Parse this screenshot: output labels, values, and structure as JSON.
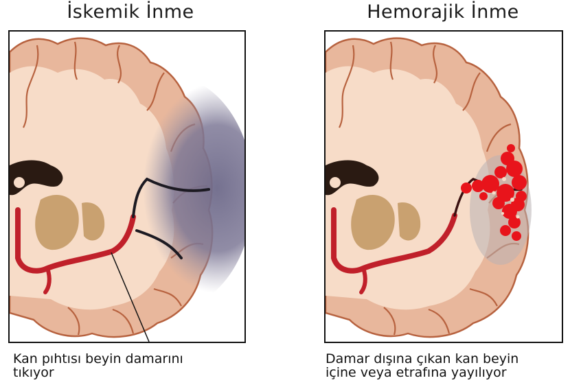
{
  "panels": {
    "left": {
      "title": "İskemik İnme",
      "caption_lines": [
        "Kan pıhtısı beyin damarını",
        "tıkıyor"
      ]
    },
    "right": {
      "title": "Hemorajik İnme",
      "caption_lines": [
        "Damar dışına çıkan kan beyin",
        "içine veya etrafına yayılıyor"
      ]
    }
  },
  "colors": {
    "brain_outer": "#e8b79c",
    "brain_inner": "#f7dcc8",
    "outline": "#b7623f",
    "artery": "#c0202a",
    "ischemic_zone": "#6e6a8a",
    "blood": "#e8141b",
    "ventricle": "#2a1a12",
    "basal_ganglia": "#c9a170"
  },
  "icons": {
    "left_illustration": "ischemic-brain-cross-section",
    "right_illustration": "hemorrhagic-brain-cross-section"
  }
}
